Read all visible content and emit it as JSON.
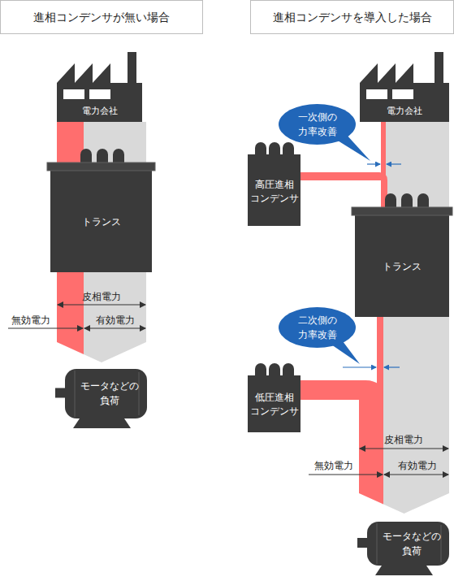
{
  "diagram": {
    "nodes": [
      {
        "text": [
          "進相コンデンサが無い場合"
        ]
      },
      {
        "text": [
          "電力会社"
        ]
      },
      {
        "text": [
          "トランス"
        ]
      },
      {
        "text": [
          "モータなどの 負荷"
        ]
      },
      {
        "text": [
          "進相コンデンサを導入した場合"
        ]
      },
      {
        "text": [
          "電力会社"
        ]
      },
      {
        "text": [
          "一次側の 力率改善"
        ]
      },
      {
        "text": [
          "高圧進相 コンデンサ"
        ]
      },
      {
        "text": [
          "トランス"
        ]
      },
      {
        "text": [
          "二次側の 力率改善"
        ]
      },
      {
        "text": [
          "低圧進相 コンデンサ"
        ]
      },
      {
        "text": [
          "モータなどの 負荷"
        ]
      }
    ],
    "edges": [
      {
        "from": 1,
        "to": 2,
        "arrow": "none"
      },
      {
        "from": 2,
        "to": 3,
        "arrow": "to"
      },
      {
        "from": 5,
        "to": 8,
        "arrow": "none"
      },
      {
        "from": 7,
        "to": 8,
        "arrow": "none"
      },
      {
        "from": 8,
        "to": 11,
        "arrow": "to"
      },
      {
        "from": 10,
        "to": 11,
        "arrow": "to"
      }
    ],
    "labels": [
      "皮相電力",
      "無効電力",
      "有効電力",
      "皮相電力",
      "無効電力",
      "有効電力"
    ]
  }
}
